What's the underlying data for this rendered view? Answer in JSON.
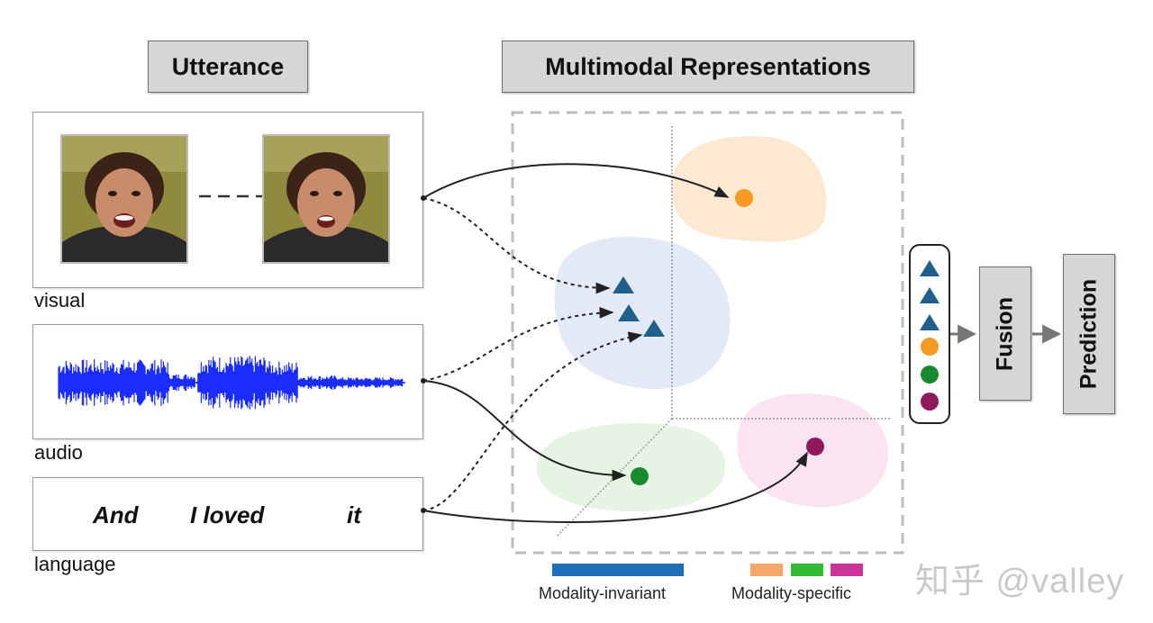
{
  "headers": {
    "utterance": "Utterance",
    "multimodal": "Multimodal Representations"
  },
  "inputs": {
    "visual": "visual",
    "audio": "audio",
    "language": "language",
    "sentence_words": [
      "And",
      "I loved",
      "it"
    ]
  },
  "stack": {
    "items": [
      {
        "shape": "triangle",
        "color": "#1f5f8b"
      },
      {
        "shape": "triangle",
        "color": "#1f5f8b"
      },
      {
        "shape": "triangle",
        "color": "#1f5f8b"
      },
      {
        "shape": "circle",
        "color": "#f59a23"
      },
      {
        "shape": "circle",
        "color": "#1a8a2e"
      },
      {
        "shape": "circle",
        "color": "#8e1a5c"
      }
    ]
  },
  "stages": {
    "fusion": "Fusion",
    "prediction": "Prediction"
  },
  "legend": {
    "invariant_label": "Modality-invariant",
    "invariant_color": "#1e6fb8",
    "specific_label": "Modality-specific",
    "specific_colors": [
      "#f5a86a",
      "#33bb33",
      "#cc3399"
    ]
  },
  "watermark": "知乎 @valley",
  "colors": {
    "orange_blob": "#fde9d2",
    "blue_blob": "#e4e9f7",
    "green_blob": "#e6f5e3",
    "pink_blob": "#fbe3f2",
    "triangle": "#1f5f8b",
    "dot_orange": "#f59a23",
    "dot_green": "#1a8a2e",
    "dot_purple": "#8e1a5c"
  }
}
